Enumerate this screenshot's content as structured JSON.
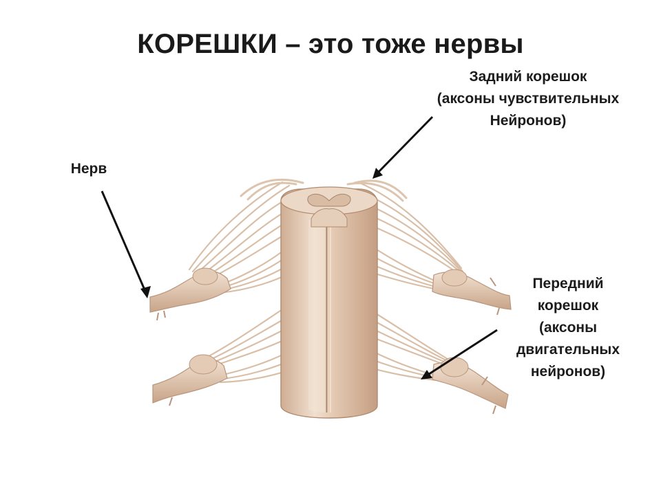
{
  "title": {
    "main": "КОРЕШКИ –",
    "rest": "это тоже нервы"
  },
  "labels": {
    "nerve": "Нерв",
    "posterior_root": {
      "line1": "Задний корешок",
      "line2": "(аксоны чувствительных",
      "line3": "Нейронов)"
    },
    "anterior_root": {
      "line1": "Передний",
      "line2": "корешок",
      "line3": "(аксоны",
      "line4": "двигательных",
      "line5": "нейронов)"
    }
  },
  "colors": {
    "tissue_light": "#eedbca",
    "tissue_mid": "#dcc0a6",
    "tissue_dark": "#b9957a",
    "fiber": "#e6d2bf",
    "arrow": "#111111"
  }
}
